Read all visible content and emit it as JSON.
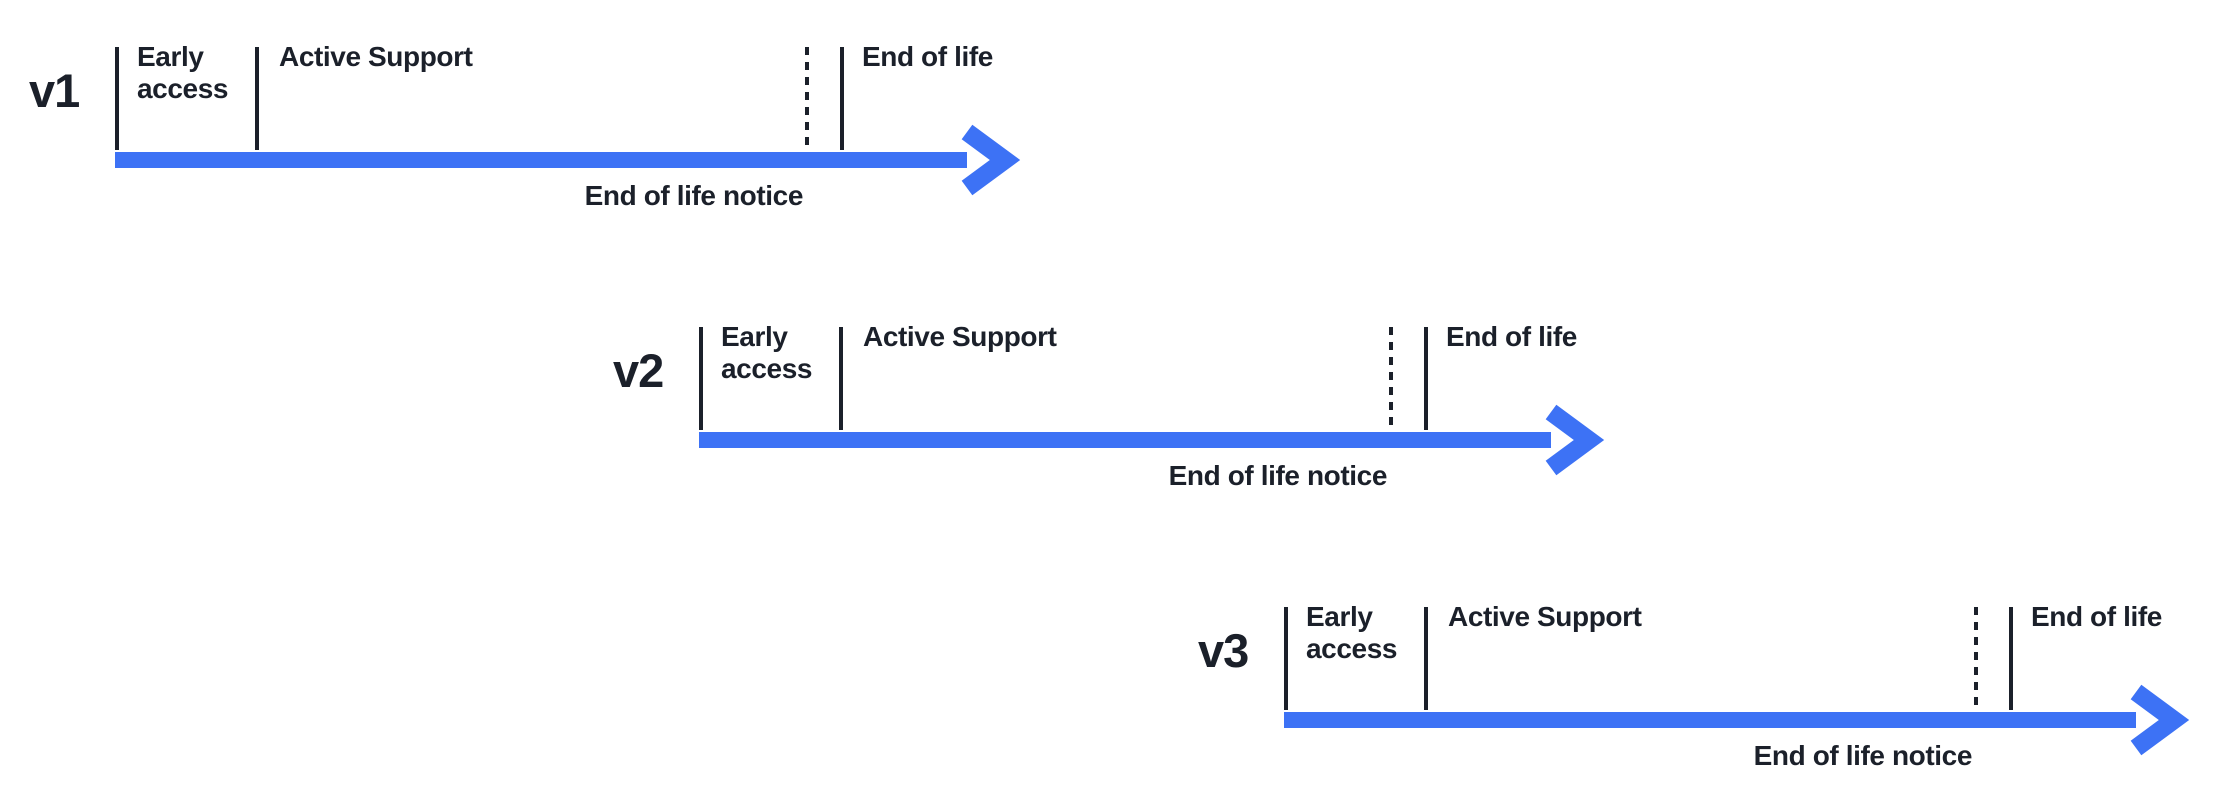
{
  "colors": {
    "timeline_blue": "#3D72F5",
    "ink": "#1B202A"
  },
  "timelines": [
    {
      "version": "v1",
      "early_access_label": "Early access",
      "active_support_label": "Active Support",
      "end_of_life_label": "End of life",
      "end_of_life_notice_label": "End of life notice"
    },
    {
      "version": "v2",
      "early_access_label": "Early access",
      "active_support_label": "Active Support",
      "end_of_life_label": "End of life",
      "end_of_life_notice_label": "End of life notice"
    },
    {
      "version": "v3",
      "early_access_label": "Early access",
      "active_support_label": "Active Support",
      "end_of_life_label": "End of life",
      "end_of_life_notice_label": "End of life notice"
    }
  ]
}
